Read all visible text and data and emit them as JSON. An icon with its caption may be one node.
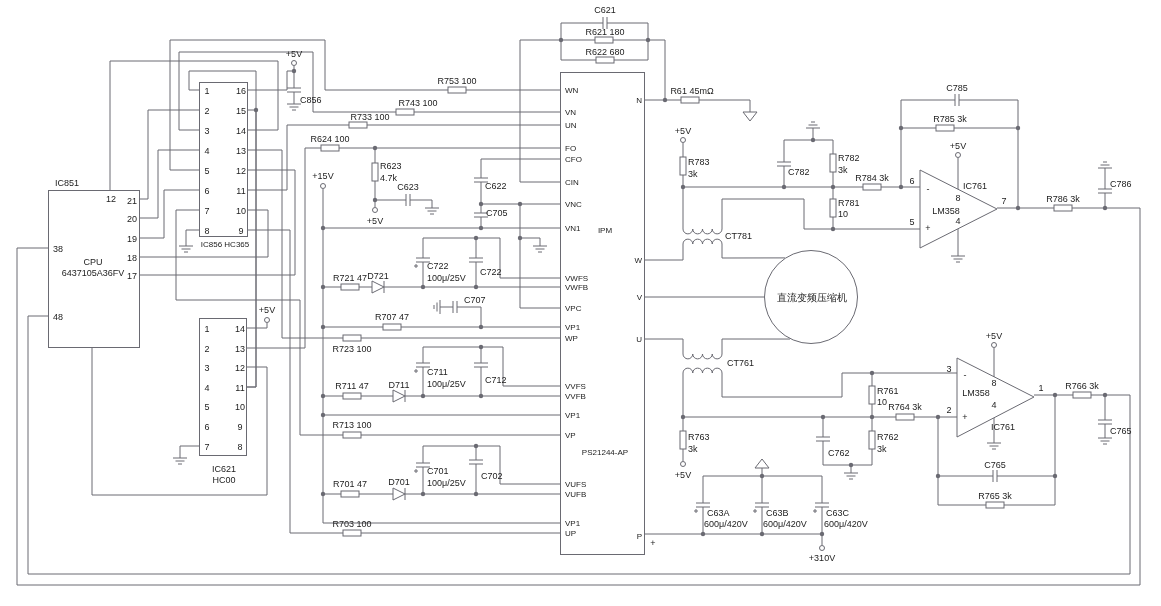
{
  "diagram": {
    "nodes": [
      {
        "text": [
          "IC851",
          "12",
          "21",
          "20",
          "19",
          "18",
          "17",
          "38",
          "CPU 6437105A36FV",
          "48"
        ]
      },
      {
        "text": [
          "1",
          "16",
          "2",
          "15",
          "3",
          "14",
          "4",
          "13",
          "5",
          "12",
          "6",
          "11",
          "7",
          "10",
          "8",
          "9",
          "IC856 HC365"
        ]
      },
      {
        "text": [
          "1",
          "14",
          "2",
          "13",
          "3",
          "12",
          "4",
          "11",
          "5",
          "10",
          "6",
          "9",
          "7",
          "8",
          "IC621 HC00"
        ]
      },
      {
        "beside": [
          "+"
        ],
        "text": [
          "WN",
          "VN",
          "UN",
          "N",
          "FO",
          "CFO",
          "CIN",
          "VNC",
          "VN1",
          "IPM",
          "W",
          "VWFS",
          "VWFB",
          "V",
          "VPC",
          "VP1",
          "WP",
          "U",
          "VVFS",
          "VVFB",
          "VP1",
          "VP",
          "PS21244-AP",
          "VUFS",
          "VUFB",
          "VP1",
          "UP",
          "P"
        ]
      },
      {
        "text": [
          "IC761",
          "6",
          "-",
          "8",
          "LM358",
          "4",
          "5",
          "+",
          "7"
        ]
      },
      {
        "text": [
          "3",
          "-",
          "8",
          "LM358",
          "1",
          "4",
          "2",
          "+",
          "IC761"
        ]
      },
      {
        "text": [
          "直流变频压缩机"
        ]
      }
    ],
    "edges": [
      {
        "from": 0,
        "to": 1,
        "arrow": "none"
      },
      {
        "from": 0,
        "to": 1,
        "arrow": "none"
      },
      {
        "from": 0,
        "to": 1,
        "arrow": "none"
      },
      {
        "from": 0,
        "to": 1,
        "arrow": "none"
      },
      {
        "from": 0,
        "to": 1,
        "arrow": "none"
      },
      {
        "from": 0,
        "to": 1,
        "arrow": "none"
      },
      {
        "from": 0,
        "to": 2,
        "arrow": "none"
      },
      {
        "from": 1,
        "to": 2,
        "arrow": "none"
      },
      {
        "from": 1,
        "to": 2,
        "arrow": "none"
      },
      {
        "from": 3,
        "to": 6,
        "arrow": "none"
      },
      {
        "from": 3,
        "to": 6,
        "arrow": "none"
      },
      {
        "from": 3,
        "to": 6,
        "arrow": "none"
      }
    ],
    "labels": [
      "C621",
      "R621 180",
      "R622 680",
      "+5V",
      "R753 100",
      "C856",
      "R61 45mΩ",
      "R743 100",
      "C785",
      "R733 100",
      "R785 3k",
      "R624 100",
      "+5V",
      "R623",
      "4.7k",
      "R783",
      "3k",
      "R782",
      "3k",
      "+5V",
      "+15V",
      "C622",
      "C623",
      "C782",
      "R784 3k",
      "R786 3k",
      "C786",
      "C705",
      "R781",
      "10",
      "+5V",
      "CT781",
      "C722",
      "C722",
      "100μ/25V",
      "D721",
      "R721 47",
      "C707",
      "R707 47",
      "R723 100",
      "+5V",
      "+5V",
      "CT761",
      "C711",
      "100μ/25V",
      "C712",
      "D711",
      "R711 47",
      "R761",
      "10",
      "R764 3k",
      "R713 100",
      "R766 3k",
      "C765",
      "R763",
      "3k",
      "R762",
      "3k",
      "C762",
      "C765",
      "+5V",
      "C701",
      "100μ/25V",
      "C702",
      "D701",
      "R701 47",
      "R765 3k",
      "C63A",
      "600μ/420V",
      "C63B",
      "600μ/420V",
      "C63C",
      "600μ/420V",
      "R703 100",
      "+310V"
    ]
  }
}
